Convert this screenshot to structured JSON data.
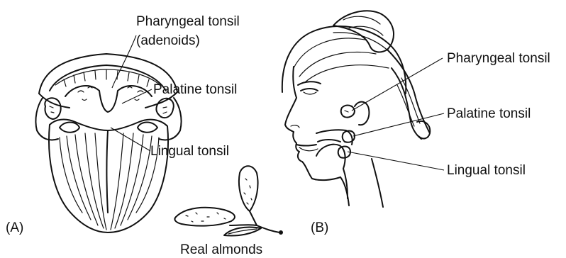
{
  "panel_a": {
    "tag": "(A)",
    "labels": {
      "pharyngeal_line1": "Pharyngeal tonsil",
      "pharyngeal_line2": "(adenoids)",
      "palatine": "Palatine tonsil",
      "lingual": "Lingual tonsil"
    }
  },
  "panel_b": {
    "tag": "(B)",
    "labels": {
      "pharyngeal": "Pharyngeal tonsil",
      "palatine": "Palatine tonsil",
      "lingual": "Lingual tonsil"
    }
  },
  "almonds_caption": "Real almonds"
}
